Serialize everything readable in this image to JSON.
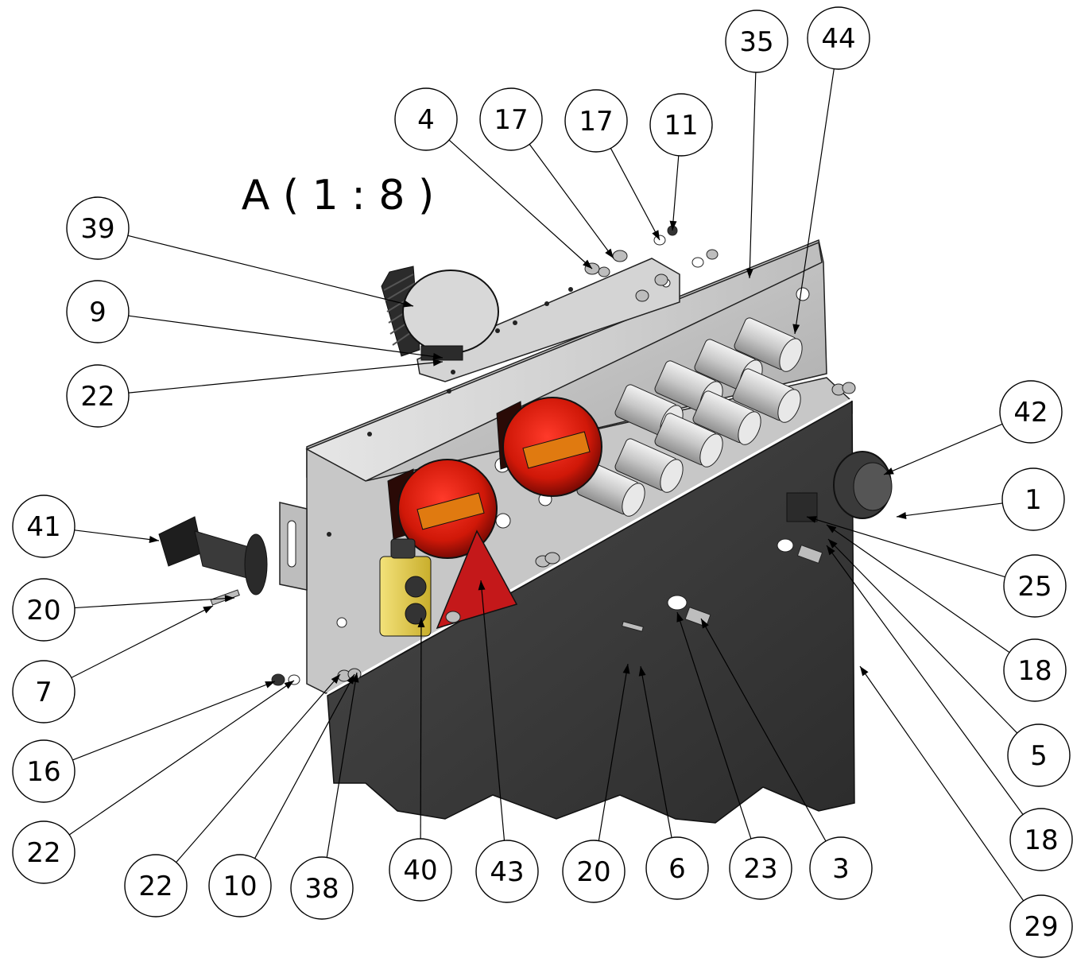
{
  "view_label": "A ( 1 : 8 )",
  "balloons": [
    {
      "id": "b39a",
      "text": "39"
    },
    {
      "id": "b9",
      "text": "9"
    },
    {
      "id": "b22a",
      "text": "22"
    },
    {
      "id": "b4",
      "text": "4"
    },
    {
      "id": "b17a",
      "text": "17"
    },
    {
      "id": "b17b",
      "text": "17"
    },
    {
      "id": "b11",
      "text": "11"
    },
    {
      "id": "b35",
      "text": "35"
    },
    {
      "id": "b44",
      "text": "44"
    },
    {
      "id": "b42",
      "text": "42"
    },
    {
      "id": "b1",
      "text": "1"
    },
    {
      "id": "b25",
      "text": "25"
    },
    {
      "id": "b18a",
      "text": "18"
    },
    {
      "id": "b5",
      "text": "5"
    },
    {
      "id": "b18b",
      "text": "18"
    },
    {
      "id": "b29",
      "text": "29"
    },
    {
      "id": "b41",
      "text": "41"
    },
    {
      "id": "b20a",
      "text": "20"
    },
    {
      "id": "b7",
      "text": "7"
    },
    {
      "id": "b16",
      "text": "16"
    },
    {
      "id": "b22b",
      "text": "22"
    },
    {
      "id": "b22c",
      "text": "22"
    },
    {
      "id": "b10",
      "text": "10"
    },
    {
      "id": "b38",
      "text": "38"
    },
    {
      "id": "b40",
      "text": "40"
    },
    {
      "id": "b43",
      "text": "43"
    },
    {
      "id": "b20b",
      "text": "20"
    },
    {
      "id": "b6",
      "text": "6"
    },
    {
      "id": "b23",
      "text": "23"
    },
    {
      "id": "b3",
      "text": "3"
    }
  ]
}
